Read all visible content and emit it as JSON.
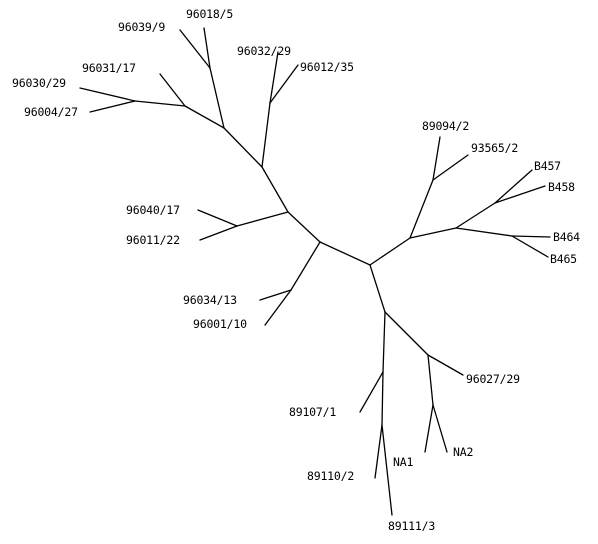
{
  "diagram": {
    "type": "unrooted-phylogenetic-tree",
    "line_color": "#000000",
    "background": "#ffffff",
    "taxa": {
      "t96018_5": "96018/5",
      "t96039_9": "96039/9",
      "t96032_29": "96032/29",
      "t96012_35": "96012/35",
      "t96031_17": "96031/17",
      "t96030_29": "96030/29",
      "t96004_27": "96004/27",
      "t89094_2": "89094/2",
      "t93565_2": "93565/2",
      "tB457": "B457",
      "tB458": "B458",
      "tB464": "B464",
      "tB465": "B465",
      "t96040_17": "96040/17",
      "t96011_22": "96011/22",
      "t96034_13": "96034/13",
      "t96001_10": "96001/10",
      "t96027_29": "96027/29",
      "t89107_1": "89107/1",
      "tNA1": "NA1",
      "tNA2": "NA2",
      "t89110_2": "89110/2",
      "t89111_3": "89111/3"
    }
  }
}
